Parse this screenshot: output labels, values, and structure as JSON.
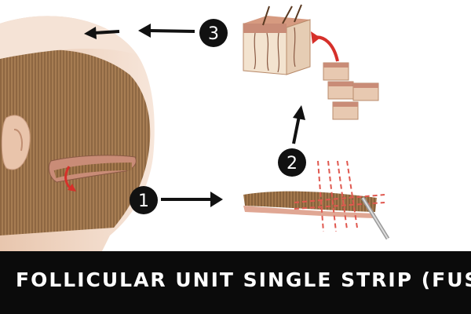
{
  "steps": [
    {
      "number": "1"
    },
    {
      "number": "2"
    },
    {
      "number": "3"
    }
  ],
  "caption": "FOLLICULAR UNIT SINGLE STRIP (FUSS)",
  "colors": {
    "skin": "#f1d7c6",
    "hair": "#9a7046",
    "cut_line": "#e0584f",
    "red_arrow": "#d6302a",
    "black": "#111111",
    "caption_bar": "#0b0b0b",
    "caption_text": "#ffffff"
  }
}
